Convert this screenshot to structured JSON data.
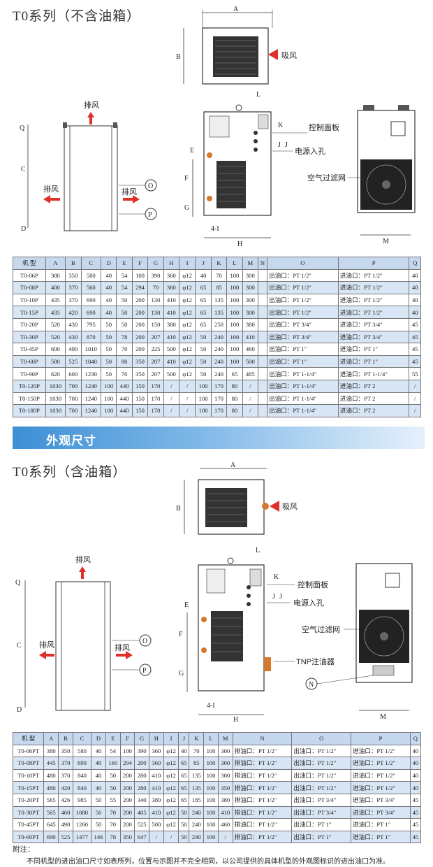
{
  "section1": {
    "title": "T0系列（不含油箱）",
    "labels": {
      "A": "A",
      "B": "B",
      "C": "C",
      "D": "D",
      "E": "E",
      "F": "F",
      "G": "G",
      "H": "H",
      "J": "J",
      "K": "K",
      "L": "L",
      "M": "M",
      "Q": "Q",
      "mount": "4-I",
      "O": "O",
      "P": "P",
      "intake": "吸风",
      "exhaust_top": "排风",
      "exhaust_left": "排风",
      "exhaust_right": "排风",
      "control_panel": "控制面板",
      "power_inlet": "电源入孔",
      "air_filter": "空气过滤网"
    },
    "table": {
      "headers": [
        "机 型",
        "A",
        "B",
        "C",
        "D",
        "E",
        "F",
        "G",
        "H",
        "I",
        "J",
        "K",
        "L",
        "M",
        "N",
        "O",
        "P",
        "Q"
      ],
      "rows": [
        [
          "T0-06P",
          "380",
          "350",
          "580",
          "40",
          "54",
          "100",
          "390",
          "360",
          "φ12",
          "40",
          "70",
          "100",
          "300",
          "",
          "出油口：PT 1/2″",
          "进油口：PT 1/2″",
          "40"
        ],
        [
          "T0-08P",
          "400",
          "370",
          "560",
          "40",
          "54",
          "294",
          "70",
          "360",
          "φ12",
          "65",
          "85",
          "100",
          "300",
          "",
          "出油口：PT 1/2″",
          "进油口：PT 1/2″",
          "40"
        ],
        [
          "T0-10P",
          "435",
          "370",
          "690",
          "40",
          "50",
          "200",
          "130",
          "410",
          "φ12",
          "65",
          "135",
          "100",
          "300",
          "",
          "出油口：PT 1/2″",
          "进油口：PT 1/2″",
          "40"
        ],
        [
          "T0-15P",
          "435",
          "420",
          "690",
          "40",
          "50",
          "200",
          "130",
          "410",
          "φ12",
          "65",
          "135",
          "100",
          "300",
          "",
          "出油口：PT 1/2″",
          "进油口：PT 1/2″",
          "40"
        ],
        [
          "T0-20P",
          "520",
          "430",
          "795",
          "50",
          "50",
          "200",
          "150",
          "380",
          "φ12",
          "65",
          "250",
          "100",
          "380",
          "",
          "出油口：PT 3/4″",
          "进油口：PT 3/4″",
          "45"
        ],
        [
          "T0-30P",
          "520",
          "430",
          "870",
          "50",
          "78",
          "200",
          "207",
          "410",
          "φ12",
          "50",
          "240",
          "100",
          "410",
          "",
          "出油口：PT 3/4″",
          "进油口：PT 3/4″",
          "45"
        ],
        [
          "T0-45P",
          "600",
          "490",
          "1010",
          "50",
          "70",
          "200",
          "225",
          "500",
          "φ12",
          "50",
          "240",
          "100",
          "460",
          "",
          "出油口：PT 1″",
          "进油口：PT 1″",
          "45"
        ],
        [
          "T0-60P",
          "580",
          "525",
          "1040",
          "50",
          "80",
          "350",
          "207",
          "410",
          "φ12",
          "50",
          "240",
          "100",
          "500",
          "",
          "出油口：PT 1″",
          "进油口：PT 1″",
          "45"
        ],
        [
          "T0-90P",
          "620",
          "600",
          "1230",
          "50",
          "70",
          "350",
          "207",
          "500",
          "φ12",
          "50",
          "240",
          "65",
          "485",
          "",
          "出油口：PT 1-1/4″",
          "进油口：PT 1-1/4″",
          "55"
        ],
        [
          "T0-120P",
          "1030",
          "700",
          "1240",
          "100",
          "440",
          "150",
          "170",
          "/",
          "/",
          "100",
          "170",
          "80",
          "/",
          "",
          "出油口：PT 1-1/4″",
          "进油口：PT 2",
          "/"
        ],
        [
          "T0-150P",
          "1030",
          "700",
          "1240",
          "100",
          "440",
          "150",
          "170",
          "/",
          "/",
          "100",
          "170",
          "80",
          "/",
          "",
          "出油口：PT 1-1/4″",
          "进油口：PT 2",
          "/"
        ],
        [
          "T0-180P",
          "1030",
          "700",
          "1240",
          "100",
          "440",
          "150",
          "170",
          "/",
          "/",
          "100",
          "170",
          "80",
          "/",
          "",
          "出油口：PT 1-1/4″",
          "进油口：PT 2",
          "/"
        ]
      ]
    }
  },
  "banner": {
    "title": "外观尺寸",
    "color": "#3d8fd4"
  },
  "section2": {
    "title": "T0系列（含油箱）",
    "labels": {
      "A": "A",
      "B": "B",
      "C": "C",
      "D": "D",
      "E": "E",
      "F": "F",
      "G": "G",
      "H": "H",
      "J": "J",
      "K": "K",
      "L": "L",
      "M": "M",
      "Q": "Q",
      "mount": "4-I",
      "O": "O",
      "P": "P",
      "N": "N",
      "intake": "吸风",
      "exhaust_top": "排风",
      "exhaust_left": "排风",
      "exhaust_right": "排风",
      "control_panel": "控制面板",
      "power_inlet": "电源入孔",
      "air_filter": "空气过滤网",
      "filler": "TNP注油器"
    },
    "table": {
      "headers": [
        "机 型",
        "A",
        "B",
        "C",
        "D",
        "E",
        "F",
        "G",
        "H",
        "I",
        "J",
        "K",
        "L",
        "M",
        "N",
        "O",
        "P",
        "Q"
      ],
      "rows": [
        [
          "T0-06PT",
          "380",
          "350",
          "580",
          "40",
          "54",
          "100",
          "390",
          "360",
          "φ12",
          "40",
          "70",
          "100",
          "300",
          "排油口：PT 1/2″",
          "出油口：PT 1/2″",
          "进油口：PT 1/2″",
          "40"
        ],
        [
          "T0-08PT",
          "445",
          "370",
          "690",
          "40",
          "160",
          "294",
          "200",
          "360",
          "φ12",
          "65",
          "85",
          "100",
          "300",
          "排油口：PT 1/2″",
          "出油口：PT 1/2″",
          "进油口：PT 1/2″",
          "40"
        ],
        [
          "T0-10PT",
          "480",
          "370",
          "840",
          "40",
          "50",
          "200",
          "280",
          "410",
          "φ12",
          "65",
          "135",
          "100",
          "300",
          "排油口：PT 1/2″",
          "出油口：PT 1/2″",
          "进油口：PT 1/2″",
          "40"
        ],
        [
          "T0-15PT",
          "480",
          "420",
          "840",
          "40",
          "50",
          "200",
          "280",
          "410",
          "φ12",
          "65",
          "135",
          "100",
          "350",
          "排油口：PT 1/2″",
          "出油口：PT 1/2″",
          "进油口：PT 1/2″",
          "40"
        ],
        [
          "T0-20PT",
          "565",
          "426",
          "985",
          "50",
          "55",
          "200",
          "340",
          "380",
          "φ12",
          "65",
          "185",
          "100",
          "380",
          "排油口：PT 1/2″",
          "出油口：PT 3/4″",
          "进油口：PT 3/4″",
          "45"
        ],
        [
          "T0-30PT",
          "565",
          "460",
          "1080",
          "50",
          "70",
          "200",
          "405",
          "410",
          "φ12",
          "50",
          "240",
          "100",
          "410",
          "排油口：PT 1/2″",
          "出油口：PT 3/4″",
          "进油口：PT 3/4″",
          "45"
        ],
        [
          "T0-45PT",
          "645",
          "490",
          "1260",
          "50",
          "70",
          "200",
          "525",
          "500",
          "φ12",
          "50",
          "240",
          "100",
          "460",
          "排油口：PT 1/2″",
          "出油口：PT 1″",
          "进油口：PT 1″",
          "45"
        ],
        [
          "T0-60PT",
          "690",
          "525",
          "1477",
          "146",
          "78",
          "350",
          "647",
          "/",
          "/",
          "50",
          "240",
          "100",
          "/",
          "排油口：PT 1/2″",
          "出油口：PT 1″",
          "进油口：PT 1″",
          "45"
        ]
      ]
    }
  },
  "note": {
    "title": "附注：",
    "text": "不同机型的进出油口尺寸如表所列，位置与示图并不完全相同，以公司提供的具体机型的外观图标识的进出油口为准。"
  },
  "colors": {
    "header_fill": "#c6d8ee",
    "alt_row_fill": "#d8e5f4",
    "arrow_red": "#e0302a"
  }
}
